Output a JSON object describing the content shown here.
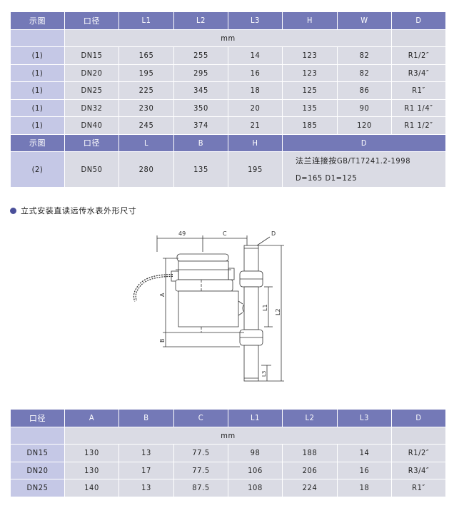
{
  "table1": {
    "headers": [
      "示图",
      "口径",
      "L1",
      "L2",
      "L3",
      "H",
      "W",
      "D"
    ],
    "unit": "mm",
    "rows": [
      [
        "(1)",
        "DN15",
        "165",
        "255",
        "14",
        "123",
        "82",
        "R1/2″"
      ],
      [
        "(1)",
        "DN20",
        "195",
        "295",
        "16",
        "123",
        "82",
        "R3/4″"
      ],
      [
        "(1)",
        "DN25",
        "225",
        "345",
        "18",
        "125",
        "86",
        "R1″"
      ],
      [
        "(1)",
        "DN32",
        "230",
        "350",
        "20",
        "135",
        "90",
        "R1 1/4″"
      ],
      [
        "(1)",
        "DN40",
        "245",
        "374",
        "21",
        "185",
        "120",
        "R1 1/2″"
      ]
    ],
    "flange_headers": [
      "示图",
      "口径",
      "L",
      "B",
      "H",
      "D"
    ],
    "flange_row": {
      "diagram": "(2)",
      "size": "DN50",
      "L": "280",
      "B": "135",
      "H": "195",
      "D_line1": "法兰连接按GB/T17241.2-1998",
      "D_line2": "D=165 D1=125"
    }
  },
  "section_title": "立式安装直读远传水表外形尺寸",
  "diagram_labels": {
    "dim_49": "49",
    "dim_C": "C",
    "dim_D": "D",
    "dim_A": "A",
    "dim_B": "B",
    "dim_L1": "L1",
    "dim_L2": "L2",
    "dim_L3": "L3"
  },
  "table2": {
    "headers": [
      "口径",
      "A",
      "B",
      "C",
      "L1",
      "L2",
      "L3",
      "D"
    ],
    "unit": "mm",
    "rows": [
      [
        "DN15",
        "130",
        "13",
        "77.5",
        "98",
        "188",
        "14",
        "R1/2″"
      ],
      [
        "DN20",
        "130",
        "17",
        "77.5",
        "106",
        "206",
        "16",
        "R3/4″"
      ],
      [
        "DN25",
        "140",
        "13",
        "87.5",
        "108",
        "224",
        "18",
        "R1″"
      ]
    ]
  },
  "colors": {
    "header_bg": "#7479b7",
    "cell_bg": "#dadbe4",
    "first_col_bg": "#c5c8e6",
    "bullet": "#4a4f9a"
  }
}
